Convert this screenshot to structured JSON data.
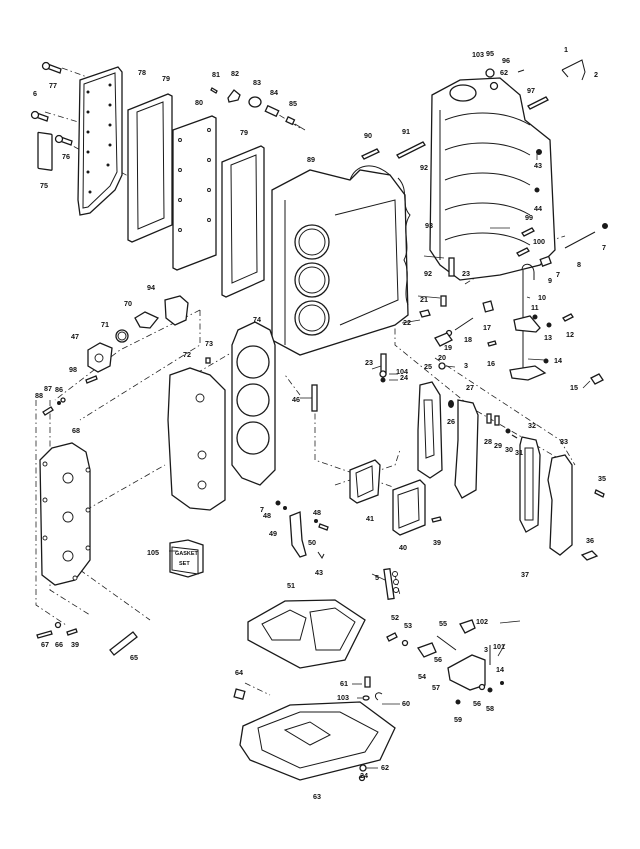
{
  "title": "Cylinder & Crankcase exploded parts diagram",
  "gasket_set_label": [
    "GASKET",
    "SET"
  ],
  "callouts": [
    {
      "id": "c1",
      "text": "1"
    },
    {
      "id": "c2",
      "text": "2"
    },
    {
      "id": "c3a",
      "text": "3"
    },
    {
      "id": "c3b",
      "text": "3"
    },
    {
      "id": "c5",
      "text": "5"
    },
    {
      "id": "c6",
      "text": "6"
    },
    {
      "id": "c7a",
      "text": "7"
    },
    {
      "id": "c7b",
      "text": "7"
    },
    {
      "id": "c7c",
      "text": "7"
    },
    {
      "id": "c8",
      "text": "8"
    },
    {
      "id": "c9",
      "text": "9"
    },
    {
      "id": "c10",
      "text": "10"
    },
    {
      "id": "c11",
      "text": "11"
    },
    {
      "id": "c12",
      "text": "12"
    },
    {
      "id": "c13",
      "text": "13"
    },
    {
      "id": "c14a",
      "text": "14"
    },
    {
      "id": "c14b",
      "text": "14"
    },
    {
      "id": "c15",
      "text": "15"
    },
    {
      "id": "c16",
      "text": "16"
    },
    {
      "id": "c17",
      "text": "17"
    },
    {
      "id": "c18",
      "text": "18"
    },
    {
      "id": "c19",
      "text": "19"
    },
    {
      "id": "c20",
      "text": "20"
    },
    {
      "id": "c21",
      "text": "21"
    },
    {
      "id": "c22",
      "text": "22"
    },
    {
      "id": "c23a",
      "text": "23"
    },
    {
      "id": "c23b",
      "text": "23"
    },
    {
      "id": "c24a",
      "text": "24"
    },
    {
      "id": "c24b",
      "text": "24"
    },
    {
      "id": "c25",
      "text": "25"
    },
    {
      "id": "c26",
      "text": "26"
    },
    {
      "id": "c27",
      "text": "27"
    },
    {
      "id": "c28",
      "text": "28"
    },
    {
      "id": "c29",
      "text": "29"
    },
    {
      "id": "c30",
      "text": "30"
    },
    {
      "id": "c31",
      "text": "31"
    },
    {
      "id": "c32",
      "text": "32"
    },
    {
      "id": "c33",
      "text": "33"
    },
    {
      "id": "c35",
      "text": "35"
    },
    {
      "id": "c36",
      "text": "36"
    },
    {
      "id": "c37",
      "text": "37"
    },
    {
      "id": "c39a",
      "text": "39"
    },
    {
      "id": "c39b",
      "text": "39"
    },
    {
      "id": "c40",
      "text": "40"
    },
    {
      "id": "c41",
      "text": "41"
    },
    {
      "id": "c43a",
      "text": "43"
    },
    {
      "id": "c43b",
      "text": "43"
    },
    {
      "id": "c44",
      "text": "44"
    },
    {
      "id": "c46",
      "text": "46"
    },
    {
      "id": "c47",
      "text": "47"
    },
    {
      "id": "c48a",
      "text": "48"
    },
    {
      "id": "c48b",
      "text": "48"
    },
    {
      "id": "c49",
      "text": "49"
    },
    {
      "id": "c50",
      "text": "50"
    },
    {
      "id": "c51",
      "text": "51"
    },
    {
      "id": "c52",
      "text": "52"
    },
    {
      "id": "c53",
      "text": "53"
    },
    {
      "id": "c54",
      "text": "54"
    },
    {
      "id": "c55",
      "text": "55"
    },
    {
      "id": "c56a",
      "text": "56"
    },
    {
      "id": "c56b",
      "text": "56"
    },
    {
      "id": "c57",
      "text": "57"
    },
    {
      "id": "c58",
      "text": "58"
    },
    {
      "id": "c59",
      "text": "59"
    },
    {
      "id": "c60",
      "text": "60"
    },
    {
      "id": "c61",
      "text": "61"
    },
    {
      "id": "c62a",
      "text": "62"
    },
    {
      "id": "c62b",
      "text": "62"
    },
    {
      "id": "c63",
      "text": "63"
    },
    {
      "id": "c64",
      "text": "64"
    },
    {
      "id": "c65",
      "text": "65"
    },
    {
      "id": "c66",
      "text": "66"
    },
    {
      "id": "c67",
      "text": "67"
    },
    {
      "id": "c68",
      "text": "68"
    },
    {
      "id": "c70",
      "text": "70"
    },
    {
      "id": "c71",
      "text": "71"
    },
    {
      "id": "c72",
      "text": "72"
    },
    {
      "id": "c73",
      "text": "73"
    },
    {
      "id": "c74",
      "text": "74"
    },
    {
      "id": "c75",
      "text": "75"
    },
    {
      "id": "c76",
      "text": "76"
    },
    {
      "id": "c77",
      "text": "77"
    },
    {
      "id": "c78",
      "text": "78"
    },
    {
      "id": "c79a",
      "text": "79"
    },
    {
      "id": "c79b",
      "text": "79"
    },
    {
      "id": "c80",
      "text": "80"
    },
    {
      "id": "c81",
      "text": "81"
    },
    {
      "id": "c82",
      "text": "82"
    },
    {
      "id": "c83",
      "text": "83"
    },
    {
      "id": "c84",
      "text": "84"
    },
    {
      "id": "c85",
      "text": "85"
    },
    {
      "id": "c86",
      "text": "86"
    },
    {
      "id": "c87",
      "text": "87"
    },
    {
      "id": "c88",
      "text": "88"
    },
    {
      "id": "c89",
      "text": "89"
    },
    {
      "id": "c90",
      "text": "90"
    },
    {
      "id": "c91",
      "text": "91"
    },
    {
      "id": "c92a",
      "text": "92"
    },
    {
      "id": "c92b",
      "text": "92"
    },
    {
      "id": "c93",
      "text": "93"
    },
    {
      "id": "c94",
      "text": "94"
    },
    {
      "id": "c95",
      "text": "95"
    },
    {
      "id": "c96",
      "text": "96"
    },
    {
      "id": "c97",
      "text": "97"
    },
    {
      "id": "c98",
      "text": "98"
    },
    {
      "id": "c99",
      "text": "99"
    },
    {
      "id": "c100",
      "text": "100"
    },
    {
      "id": "c101",
      "text": "101"
    },
    {
      "id": "c102",
      "text": "102"
    },
    {
      "id": "c103a",
      "text": "103"
    },
    {
      "id": "c103b",
      "text": "103"
    },
    {
      "id": "c104",
      "text": "104"
    },
    {
      "id": "c105",
      "text": "105"
    }
  ]
}
